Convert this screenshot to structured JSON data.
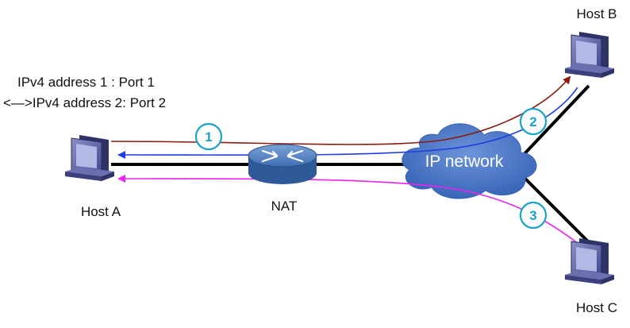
{
  "nodes": {
    "host_a": "Host A",
    "host_b": "Host B",
    "host_c": "Host C",
    "nat": "NAT",
    "cloud": "IP network"
  },
  "mapping": {
    "line1": "IPv4 address 1 : Port 1",
    "line2": "<—>IPv4 address 2: Port 2"
  },
  "flows": [
    {
      "number": "1",
      "color": "#8b1a10"
    },
    {
      "number": "2",
      "color": "#1f3fe0"
    },
    {
      "number": "3",
      "color": "#ee22ee"
    }
  ],
  "colors": {
    "link": "#000000",
    "badge": "#1aa3c9",
    "cloud": "#4676c5",
    "router": "#3d6fb5",
    "computer": "#5a5fa5"
  },
  "icons": [
    "computer-icon",
    "router-icon",
    "cloud-icon"
  ]
}
